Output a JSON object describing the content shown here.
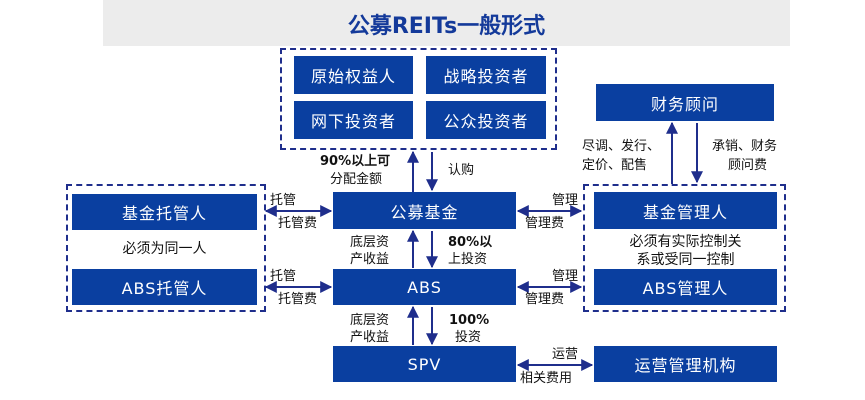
{
  "title": "公募REITs一般形式",
  "nodes": {
    "original_equity": "原始权益人",
    "strategic_investor": "战略投资者",
    "offline_investor": "网下投资者",
    "public_investor": "公众投资者",
    "financial_advisor": "财务顾问",
    "fund_custodian": "基金托管人",
    "abs_custodian": "ABS托管人",
    "public_fund": "公募基金",
    "abs": "ABS",
    "spv": "SPV",
    "fund_manager": "基金管理人",
    "abs_manager": "ABS管理人",
    "operation_agency": "运营管理机构"
  },
  "notes": {
    "same_entity": "必须为同一人",
    "control_relation_l1": "必须有实际控制关",
    "control_relation_l2": "系或受同一控制"
  },
  "edge_labels": {
    "pct90_l1": "90%以上可",
    "pct90_l2": "分配金额",
    "subscribe": "认购",
    "due_diligence_l1": "尽调、发行、",
    "due_diligence_l2": "定价、配售",
    "underwriting_l1": "承销、财务",
    "underwriting_l2": "顾问费",
    "custody_1": "托管",
    "custody_fee_1": "托管费",
    "custody_2": "托管",
    "custody_fee_2": "托管费",
    "manage_1": "管理",
    "manage_fee_1": "管理费",
    "manage_2": "管理",
    "manage_fee_2": "管理费",
    "underlying_income_1_l1": "底层资",
    "underlying_income_1_l2": "产收益",
    "pct80_l1": "80%以",
    "pct80_l2": "上投资",
    "underlying_income_2_l1": "底层资",
    "underlying_income_2_l2": "产收益",
    "pct100_l1": "100%",
    "pct100_l2": "投资",
    "operation": "运营",
    "related_fees": "相关费用"
  },
  "colors": {
    "box": "#0a3fa0",
    "title": "#143a9a",
    "title_bar": "#ececec",
    "arrow": "#1f2e8c",
    "dashed_border": "#1f2e8c"
  }
}
